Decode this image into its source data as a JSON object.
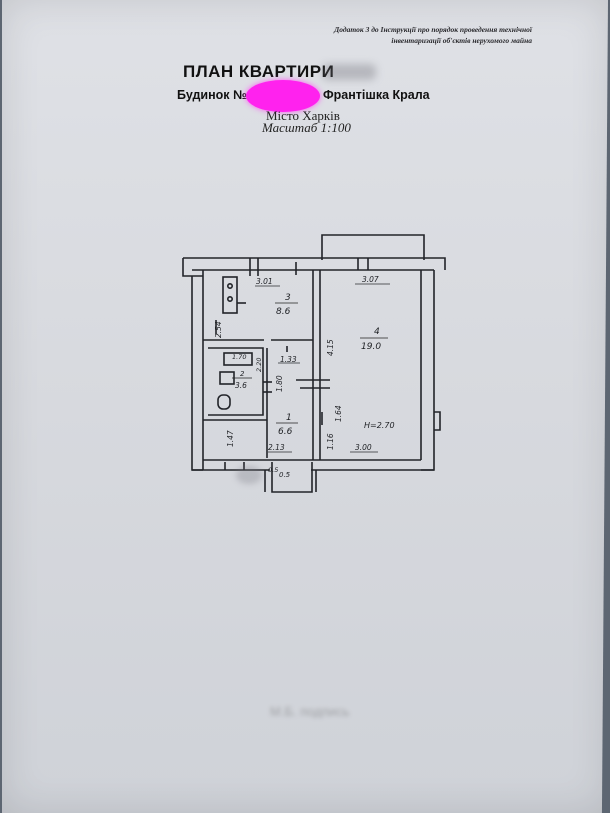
{
  "document": {
    "appendix_note": "Додаток 3 до Інструкції про порядок проведення технічної інвентаризації об'єктів нерухомого майна",
    "title": "ПЛАН КВАРТИРИ",
    "building_label": "Будинок №",
    "street": "Франтішка Крала",
    "city": "Місто Харків",
    "scale": "Масштаб 1:100"
  },
  "floor_plan": {
    "rooms": [
      {
        "number": "3",
        "area": "8.6"
      },
      {
        "number": "4",
        "area": "19.0"
      },
      {
        "number": "2",
        "area": "3.6"
      },
      {
        "number": "1",
        "area": "6.6"
      },
      {
        "number": "",
        "area": "0.5"
      }
    ],
    "dimensions": {
      "kitchen_width": "3.01",
      "room_width": "3.07",
      "kitchen_depth": "2.54",
      "room_height_side": "4.15",
      "corridor_width": "1.33",
      "bath_width": "1.70",
      "bath_height": "2.20",
      "corridor_depth": "1.80",
      "hall_height": "1.47",
      "hall_width": "2.13",
      "wall_height_side": "1.16",
      "room_bottom_width": "3.00",
      "ceiling_height": "H=2.70",
      "door_dim": "1.64",
      "closet_dim": "0.5"
    }
  },
  "footer": {
    "faded_text": "М.Б. подпись"
  }
}
